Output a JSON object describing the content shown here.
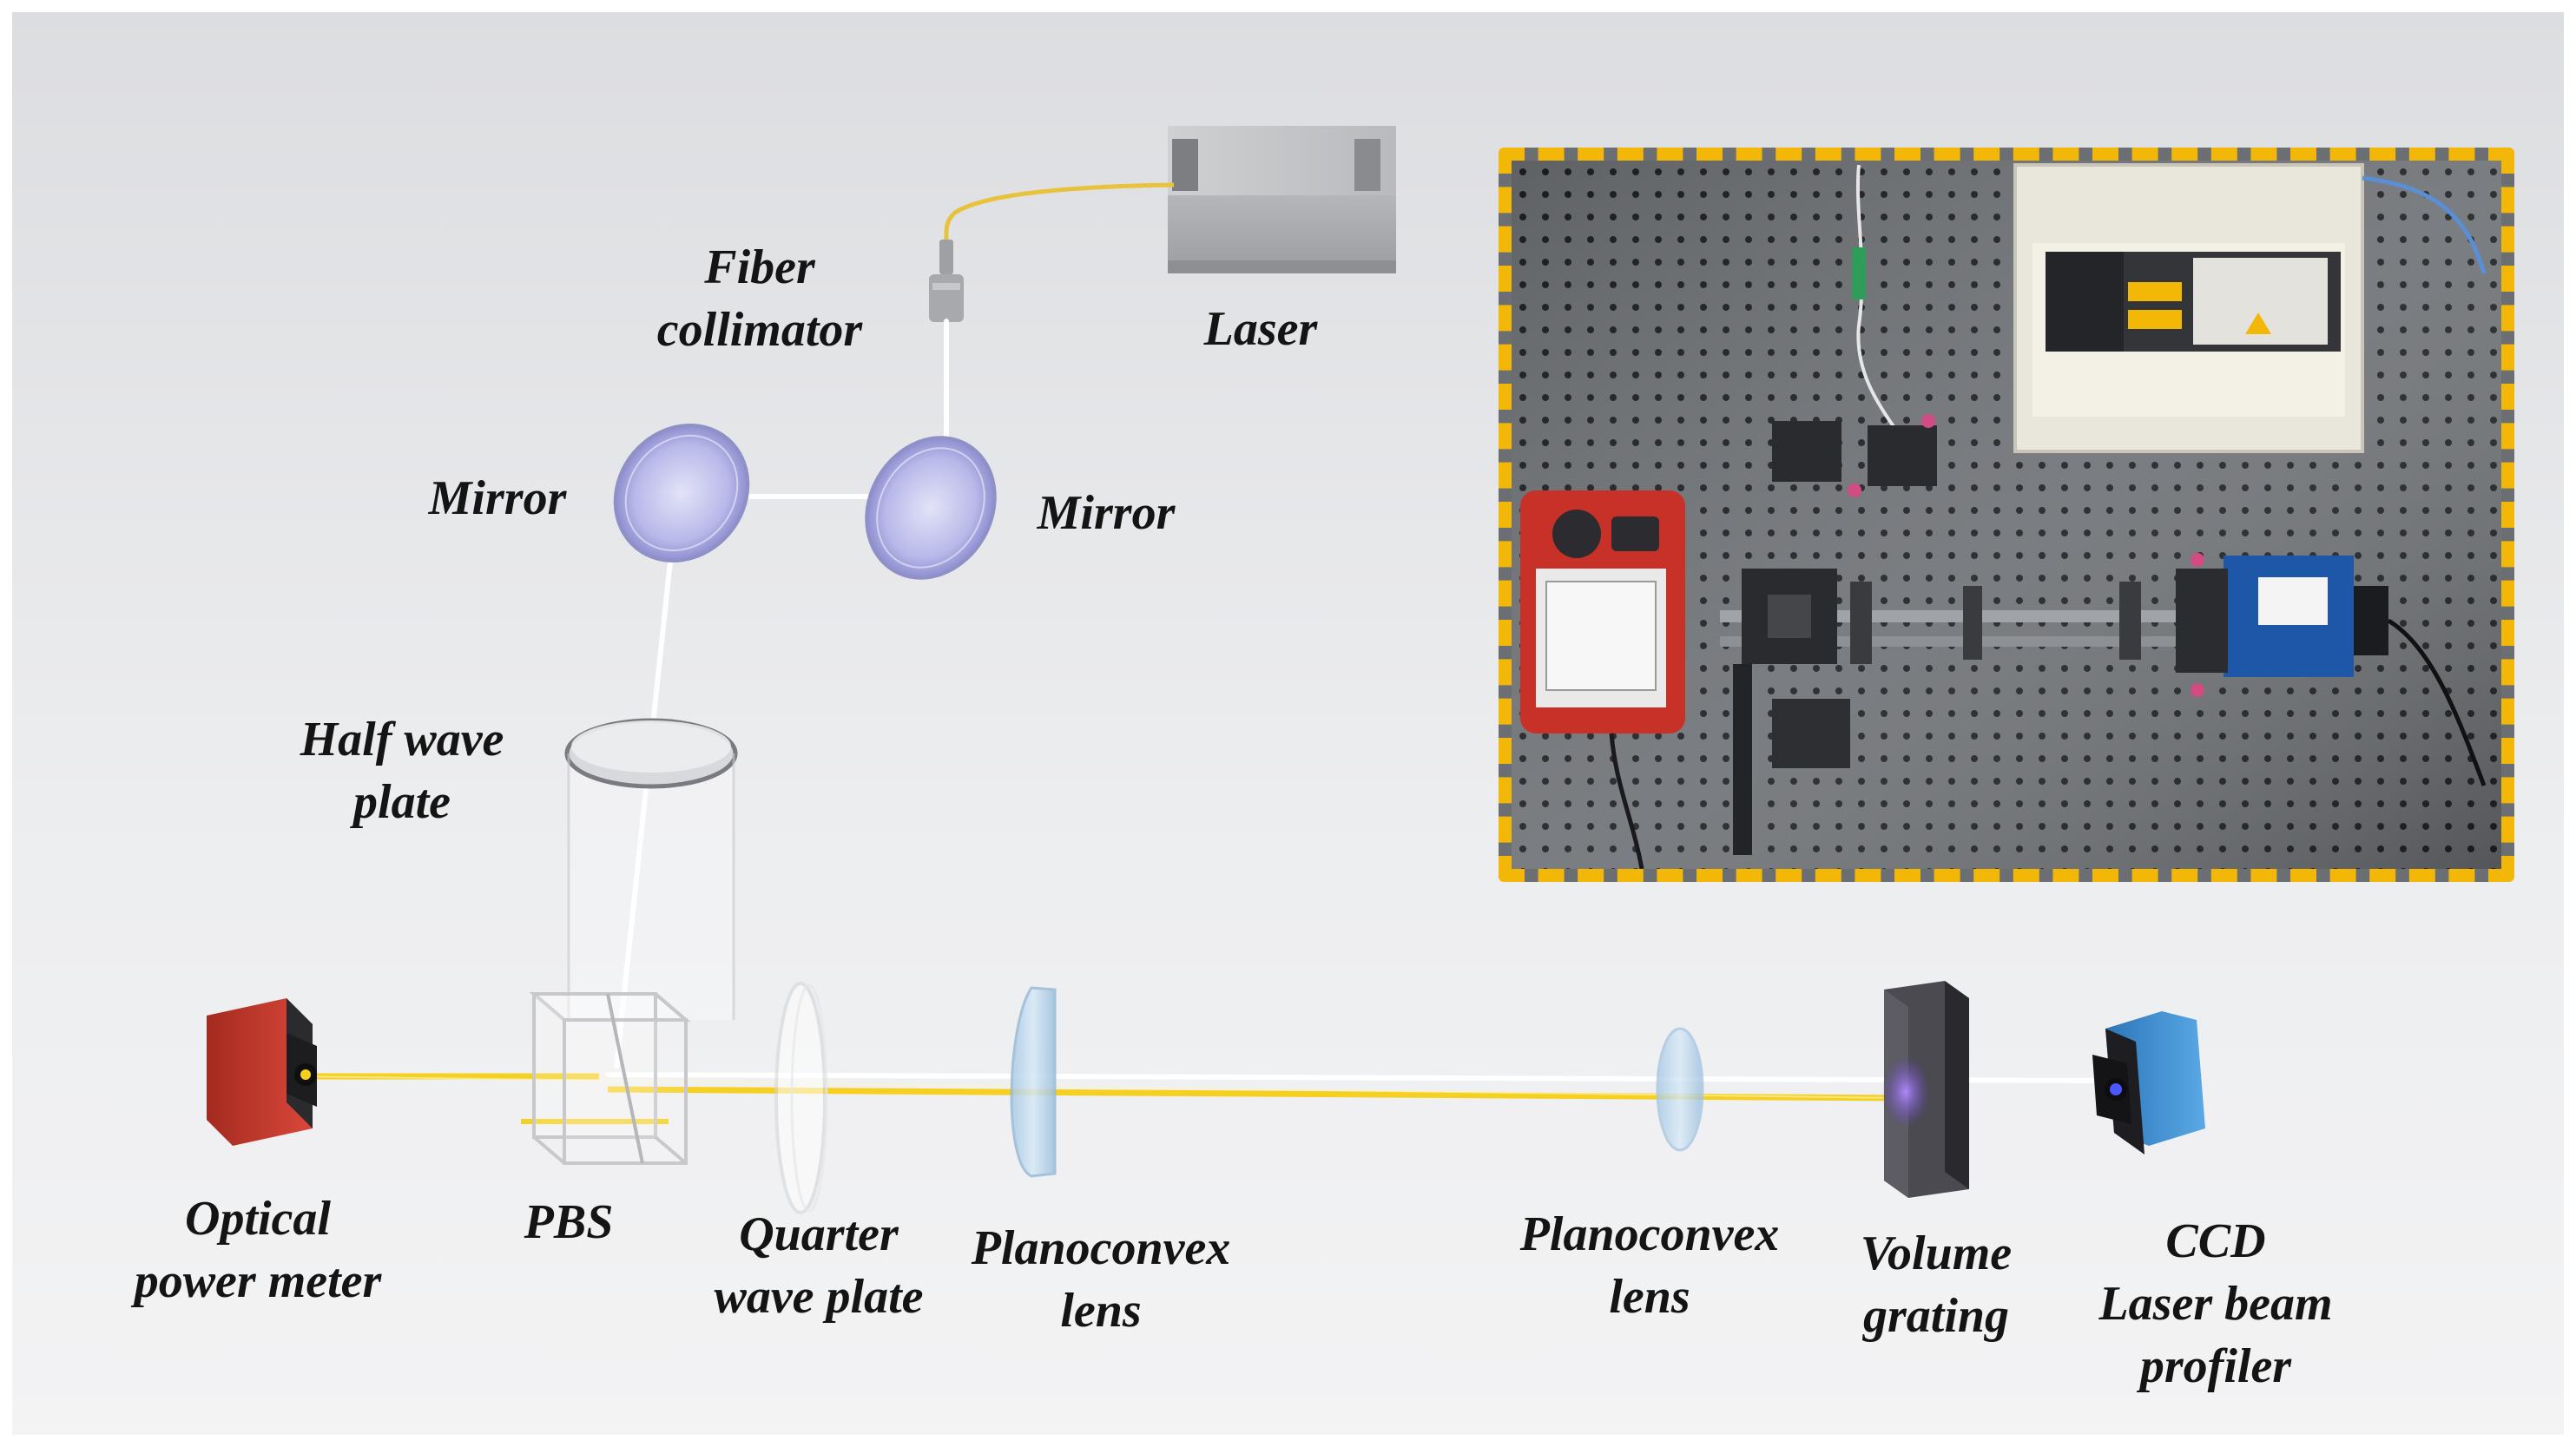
{
  "labels": {
    "fiber_collimator": [
      "Fiber",
      "collimator"
    ],
    "laser": [
      "Laser"
    ],
    "mirror_left": [
      "Mirror"
    ],
    "mirror_right": [
      "Mirror"
    ],
    "half_wave_plate": [
      "Half wave",
      "plate"
    ],
    "optical_power_meter": [
      "Optical",
      "power meter"
    ],
    "pbs": [
      "PBS"
    ],
    "quarter_wave_plate": [
      "Quarter",
      "wave plate"
    ],
    "planoconvex_lens_1": [
      "Planoconvex",
      "lens"
    ],
    "planoconvex_lens_2": [
      "Planoconvex",
      "lens"
    ],
    "volume_grating": [
      "Volume",
      "grating"
    ],
    "ccd_profiler": [
      "CCD",
      "Laser beam",
      "profiler"
    ]
  },
  "colors": {
    "beam_outgoing": "#ffffff",
    "beam_return": "#f5d020",
    "fiber": "#e8c23a",
    "photo_frame": "#f2b707",
    "power_meter": "#c0392b",
    "ccd": "#3d8fd1",
    "grating": "#3a3a3f",
    "grating_glow": "#7b4fd6",
    "mirror_tint": "#a9a9e6",
    "lens_tint": "#bcd9f0"
  },
  "icons": {
    "laser": "laser-source-box",
    "photo": "experimental-setup-photo"
  }
}
